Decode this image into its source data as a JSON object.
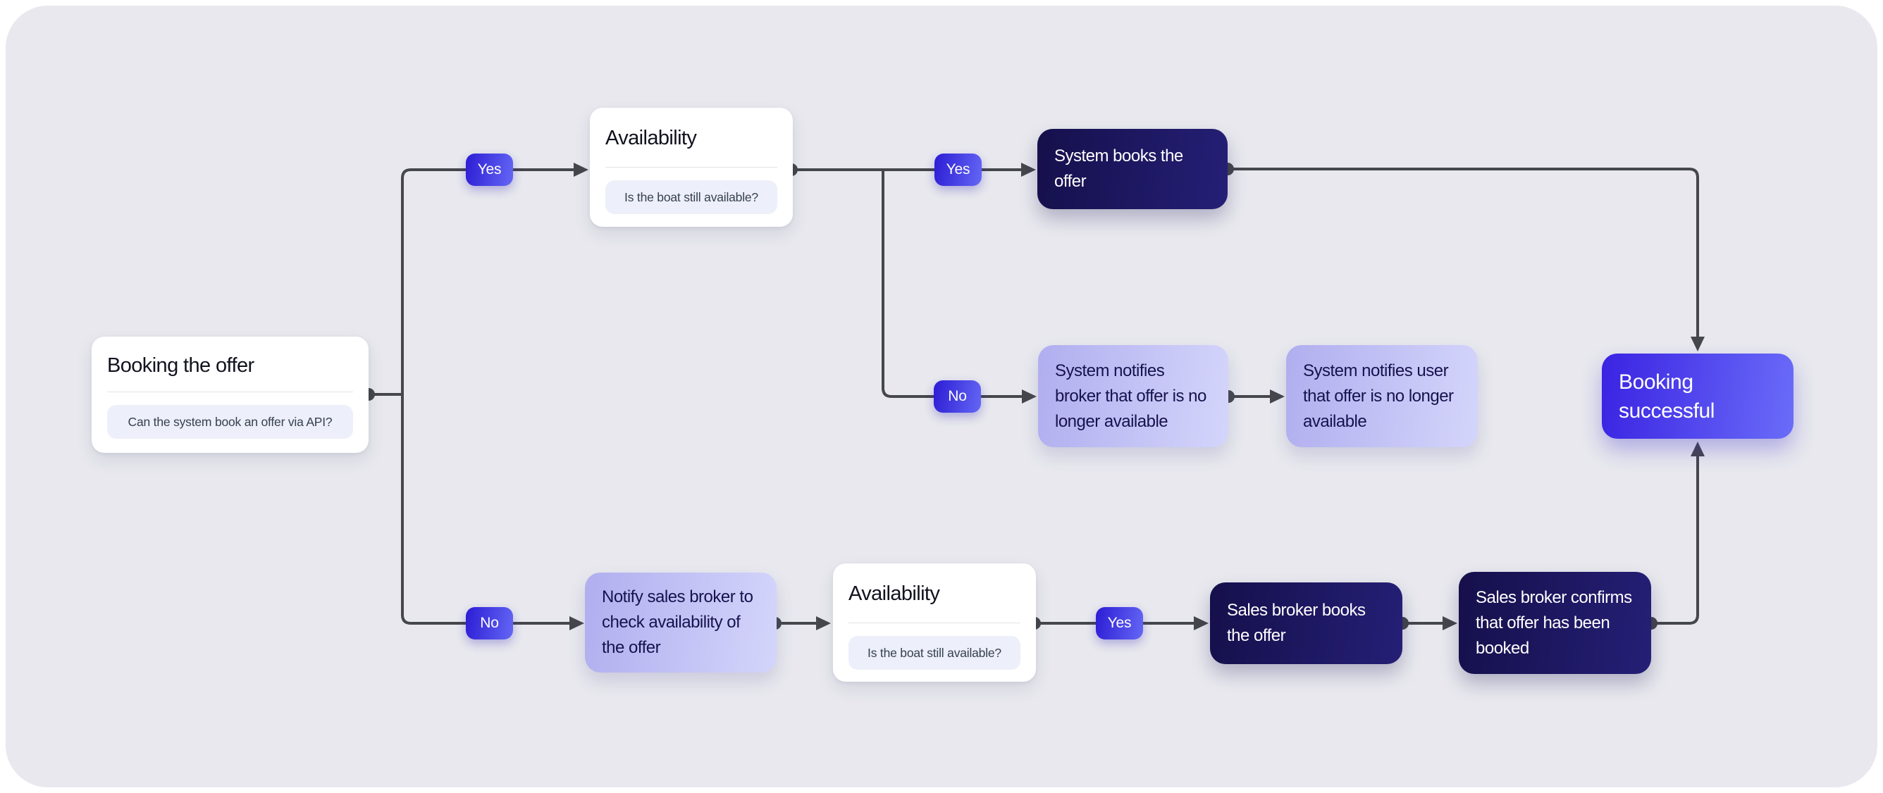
{
  "app": {
    "type": "flowchart",
    "canvas_background": "#e8e8ee",
    "page_background": "#ffffff"
  },
  "colors": {
    "edge": "#45474c",
    "badge_gradient_start": "#2c1cd4",
    "badge_gradient_end": "#6467f5",
    "dark_card_gradient_start": "#15104b",
    "dark_card_gradient_end": "#251f76",
    "light_card_gradient_start": "#b1aeef",
    "light_card_gradient_end": "#d4d5fb",
    "accent_card_gradient_start": "#3a23e2",
    "accent_card_gradient_end": "#6a6cf9",
    "question_pill_background": "#edeffa"
  },
  "nodes": {
    "booking_offer": {
      "title": "Booking the offer",
      "question": "Can the system book an offer via API?"
    },
    "availability_top": {
      "title": "Availability",
      "question": "Is the boat still available?"
    },
    "system_books": {
      "label": "System books the offer"
    },
    "notifies_broker": {
      "label": "System notifies broker that offer is no longer available"
    },
    "notifies_user": {
      "label": "System notifies user that offer is no longer available"
    },
    "booking_successful": {
      "label": "Booking successful"
    },
    "notify_sales_broker": {
      "label": "Notify sales broker to check availability of the offer"
    },
    "availability_bottom": {
      "title": "Availability",
      "question": "Is the boat still available?"
    },
    "sales_broker_books": {
      "label": "Sales broker books the offer"
    },
    "sales_broker_confirms": {
      "label": "Sales broker confirms that offer has been booked"
    }
  },
  "edge_labels": {
    "yes1": "Yes",
    "no1": "No",
    "yes2": "Yes",
    "no2": "No",
    "yes3": "Yes"
  }
}
